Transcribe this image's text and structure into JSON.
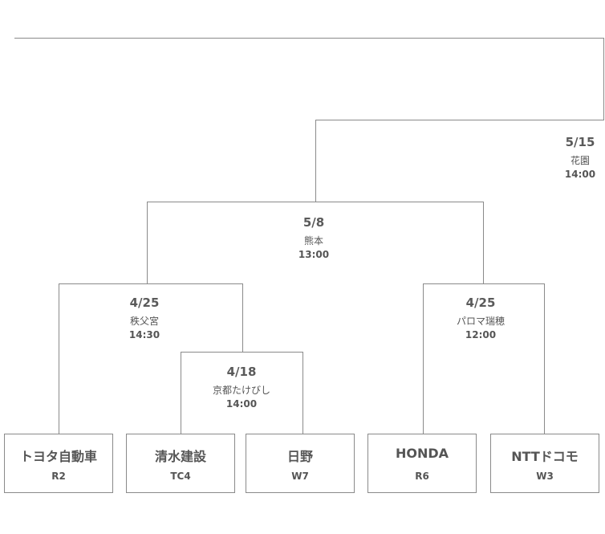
{
  "teams": [
    {
      "name": "トヨタ自動車",
      "seed": "R2"
    },
    {
      "name": "清水建設",
      "seed": "TC4"
    },
    {
      "name": "日野",
      "seed": "W7"
    },
    {
      "name": "HONDA",
      "seed": "R6"
    },
    {
      "name": "NTTドコモ",
      "seed": "W3"
    }
  ],
  "matches": {
    "round1": {
      "date": "4/18",
      "venue": "京都たけびし",
      "time": "14:00"
    },
    "qf_left": {
      "date": "4/25",
      "venue": "秩父宮",
      "time": "14:30"
    },
    "qf_right": {
      "date": "4/25",
      "venue": "パロマ瑞穂",
      "time": "12:00"
    },
    "semifinal": {
      "date": "5/8",
      "venue": "熊本",
      "time": "13:00"
    },
    "final": {
      "date": "5/15",
      "venue": "花園",
      "time": "14:00"
    }
  }
}
